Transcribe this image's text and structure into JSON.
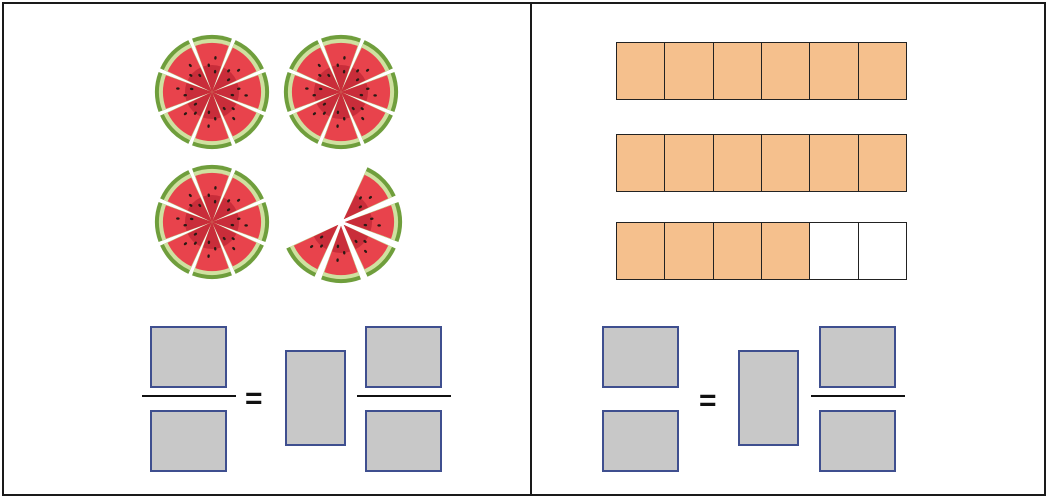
{
  "watermelon": {
    "colors": {
      "rind": "#6f9e3c",
      "rind_light": "#cfe1a0",
      "flesh": "#e8434c",
      "flesh_dark": "#c92d3a",
      "seed": "#2a1a14",
      "gap": "#ffffff"
    },
    "wholes": [
      {
        "slices": 8,
        "missing": 0
      },
      {
        "slices": 8,
        "missing": 0
      },
      {
        "slices": 8,
        "missing": 0
      },
      {
        "slices": 8,
        "missing": 3
      }
    ]
  },
  "bars": {
    "colors": {
      "filled": "#f5c08d",
      "empty": "#ffffff",
      "border": "#222222"
    },
    "rows": [
      {
        "cells": 6,
        "filled": 6
      },
      {
        "cells": 6,
        "filled": 6
      },
      {
        "cells": 6,
        "filled": 4
      }
    ]
  },
  "equation_left": {
    "equals": "="
  },
  "equation_right": {
    "equals": "="
  },
  "answer_box_color": "#c8c8c8"
}
